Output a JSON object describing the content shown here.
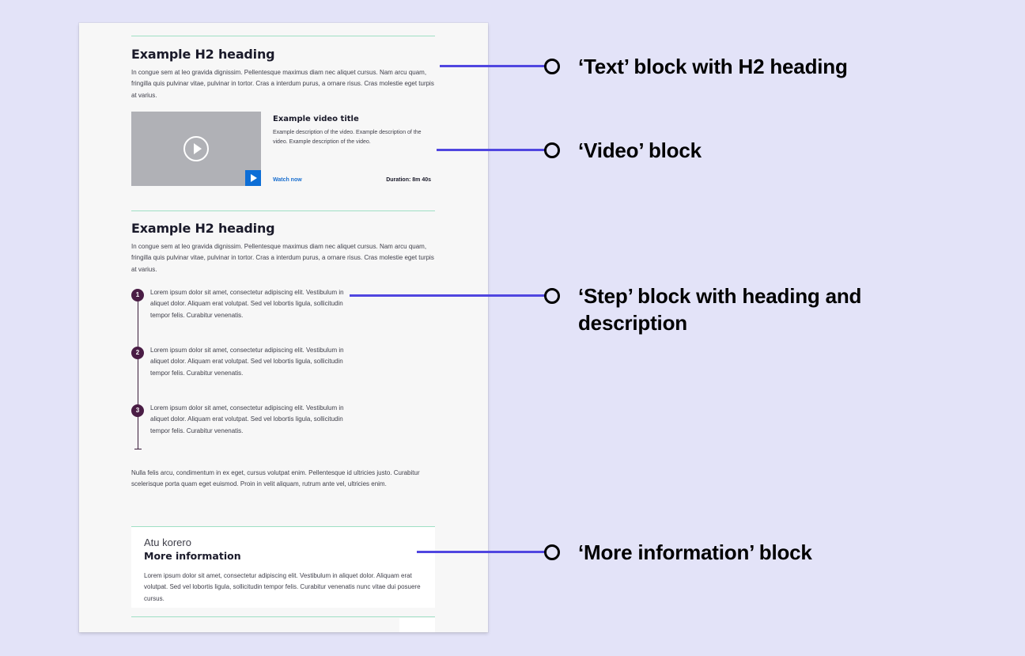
{
  "document": {
    "text_block": {
      "heading": "Example H2 heading",
      "paragraph": "In congue sem at leo gravida dignissim. Pellentesque maximus diam nec aliquet cursus. Nam arcu quam, fringilla quis pulvinar vitae, pulvinar in tortor. Cras a interdum purus, a ornare risus. Cras molestie eget turpis at varius."
    },
    "video_block": {
      "title": "Example video title",
      "description": "Example description of the video. Example description of the video. Example description of the video.",
      "watch_label": "Watch now",
      "duration": "Duration: 8m 40s"
    },
    "step_section": {
      "heading": "Example H2 heading",
      "paragraph": "In congue sem at leo gravida dignissim. Pellentesque maximus diam nec aliquet cursus. Nam arcu quam, fringilla quis pulvinar vitae, pulvinar in tortor. Cras a interdum purus, a ornare risus. Cras molestie eget turpis at varius.",
      "steps": [
        {
          "number": "1",
          "text": "Lorem ipsum dolor sit amet, consectetur adipiscing elit. Vestibulum in aliquet dolor. Aliquam erat volutpat. Sed vel lobortis ligula, sollicitudin tempor felis. Curabitur venenatis."
        },
        {
          "number": "2",
          "text": "Lorem ipsum dolor sit amet, consectetur adipiscing elit. Vestibulum in aliquet dolor. Aliquam erat volutpat. Sed vel lobortis ligula, sollicitudin tempor felis. Curabitur venenatis."
        },
        {
          "number": "3",
          "text": "Lorem ipsum dolor sit amet, consectetur adipiscing elit. Vestibulum in aliquet dolor. Aliquam erat volutpat. Sed vel lobortis ligula, sollicitudin tempor felis. Curabitur venenatis."
        }
      ],
      "closing_paragraph": "Nulla felis arcu, condimentum in ex eget, cursus volutpat enim. Pellentesque id ultricies justo. Curabitur scelerisque porta quam eget euismod. Proin in velit aliquam, rutrum ante vel, ultricies enim."
    },
    "more_info_block": {
      "kicker": "Atu korero",
      "title": "More information",
      "text": "Lorem ipsum dolor sit amet, consectetur adipiscing elit. Vestibulum in aliquet dolor. Aliquam erat volutpat. Sed vel lobortis ligula, sollicitudin tempor felis. Curabitur venenatis nunc vitae dui posuere cursus."
    }
  },
  "annotations": [
    {
      "label": "‘Text’ block with H2 heading"
    },
    {
      "label": "‘Video’ block"
    },
    {
      "label": "‘Step’ block with heading and description"
    },
    {
      "label": "‘More information’ block"
    }
  ],
  "colors": {
    "background": "#e3e3f8",
    "connector": "#5046e0",
    "rule": "#9fdfc4",
    "step_badge": "#4a1d45",
    "link": "#1a6fcf",
    "video_badge": "#0d6ed6"
  }
}
